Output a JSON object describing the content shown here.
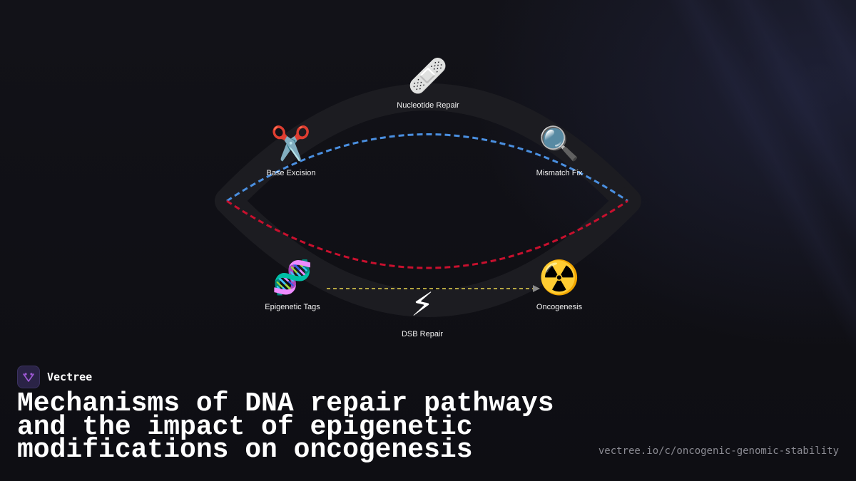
{
  "diagram": {
    "nodes": [
      {
        "id": "nucleotide",
        "icon": "🩹",
        "icon_name": "bandage-icon",
        "label": "Nucleotide Repair"
      },
      {
        "id": "base",
        "icon": "✂️",
        "icon_name": "scissors-icon",
        "label": "Base Excision"
      },
      {
        "id": "mismatch",
        "icon": "🔍",
        "icon_name": "magnifier-icon",
        "label": "Mismatch Fix"
      },
      {
        "id": "epigenetic",
        "icon": "🧬",
        "icon_name": "dna-icon",
        "label": "Epigenetic Tags"
      },
      {
        "id": "dsb",
        "icon": "⚡",
        "icon_name": "lightning-icon",
        "label": "DSB Repair"
      },
      {
        "id": "onco",
        "icon": "☢️",
        "icon_name": "radioactive-icon",
        "label": "Oncogenesis"
      }
    ],
    "colors": {
      "upper_arc": "#4a8fe0",
      "lower_arc": "#c8102e",
      "connector": "#e8d44d",
      "arrow": "#8a8a8a",
      "band": "#1c1c21"
    }
  },
  "brand": {
    "name": "Vectree",
    "logo_icon": "vectree-logo-icon",
    "logo_color": "#a05ad8"
  },
  "title": "Mechanisms of DNA repair pathways and the impact of epigenetic modifications on oncogenesis",
  "url": "vectree.io/c/oncogenic-genomic-stability"
}
